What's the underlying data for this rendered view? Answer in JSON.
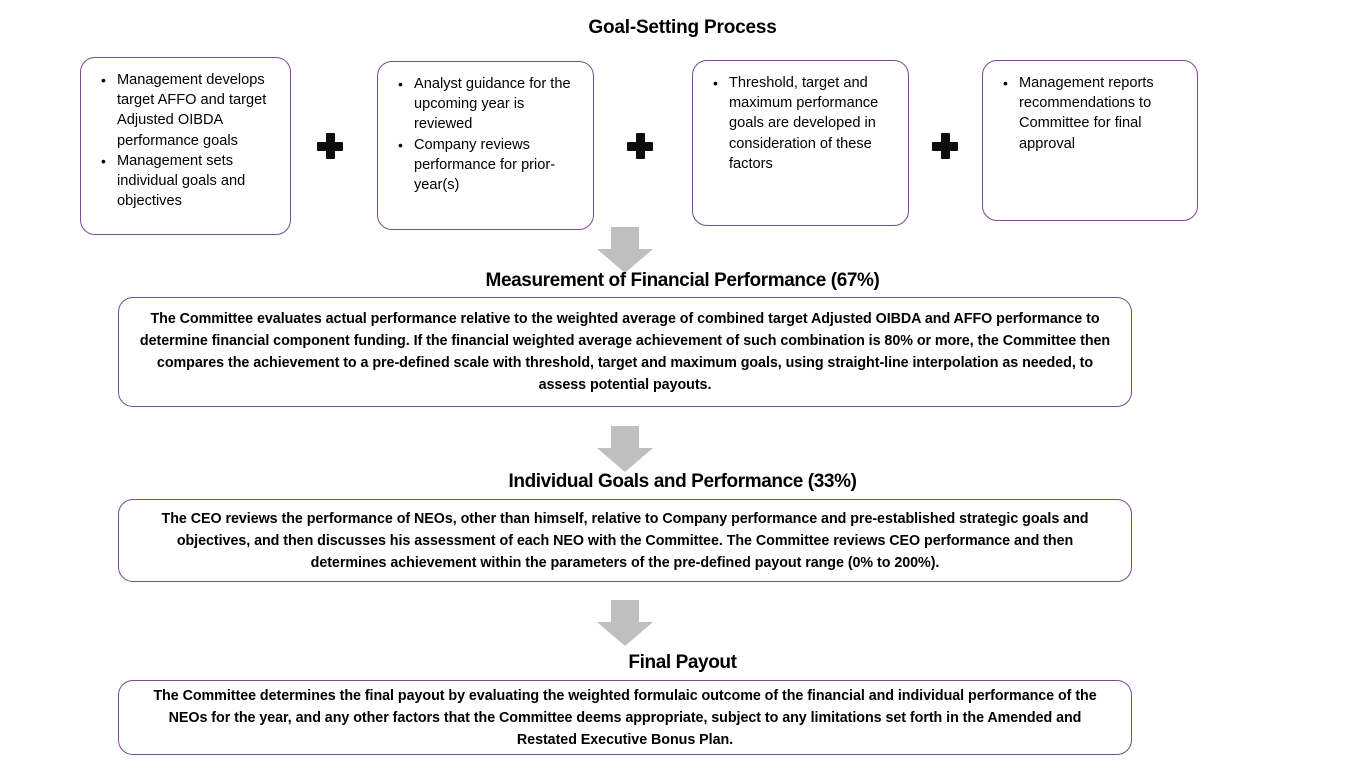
{
  "diagram": {
    "title": "Goal-Setting Process",
    "accent_color": "#7C4B92",
    "arrow_color": "#BFBFBF",
    "plus_color": "#0D0D0D"
  },
  "top_row": {
    "boxes": [
      {
        "id": "box-1",
        "bullets": [
          "Management develops target AFFO and target Adjusted OIBDA performance goals",
          "Management sets individual goals and objectives"
        ]
      },
      {
        "id": "box-2",
        "bullets": [
          "Analyst guidance for the upcoming year is reviewed",
          "Company reviews performance for prior-year(s)"
        ]
      },
      {
        "id": "box-3",
        "bullets": [
          "Threshold, target and maximum performance goals are developed in consideration of these factors"
        ]
      },
      {
        "id": "box-4",
        "bullets": [
          "Management reports recommendations to Committee for final approval"
        ]
      }
    ],
    "connectors": [
      "plus",
      "plus",
      "plus"
    ]
  },
  "sections": [
    {
      "id": "financial-performance",
      "heading": "Measurement of Financial Performance (67%)",
      "weight": "67%",
      "body": "The Committee evaluates actual performance relative to the weighted average of combined target Adjusted OIBDA and AFFO performance to determine financial component funding. If the financial weighted average achievement of such combination is 80% or more, the Committee then compares the achievement to a pre-defined scale with threshold, target and maximum  goals, using straight-line interpolation as needed, to assess potential payouts."
    },
    {
      "id": "individual-goals",
      "heading": "Individual Goals and Performance (33%)",
      "weight": "33%",
      "body": "The CEO reviews the performance of NEOs, other than himself, relative to Company performance and pre-established strategic goals and objectives, and then discusses his assessment of each NEO with the Committee.  The Committee reviews CEO performance and then determines achievement within the parameters of the pre-defined payout range (0% to 200%)."
    },
    {
      "id": "final-payout",
      "heading": "Final Payout",
      "body": "The Committee determines the final payout by evaluating the weighted formulaic outcome of the financial and individual performance of the NEOs for the year, and any other factors that the Committee deems appropriate, subject to any limitations set forth in the Amended and Restated Executive Bonus Plan."
    }
  ]
}
